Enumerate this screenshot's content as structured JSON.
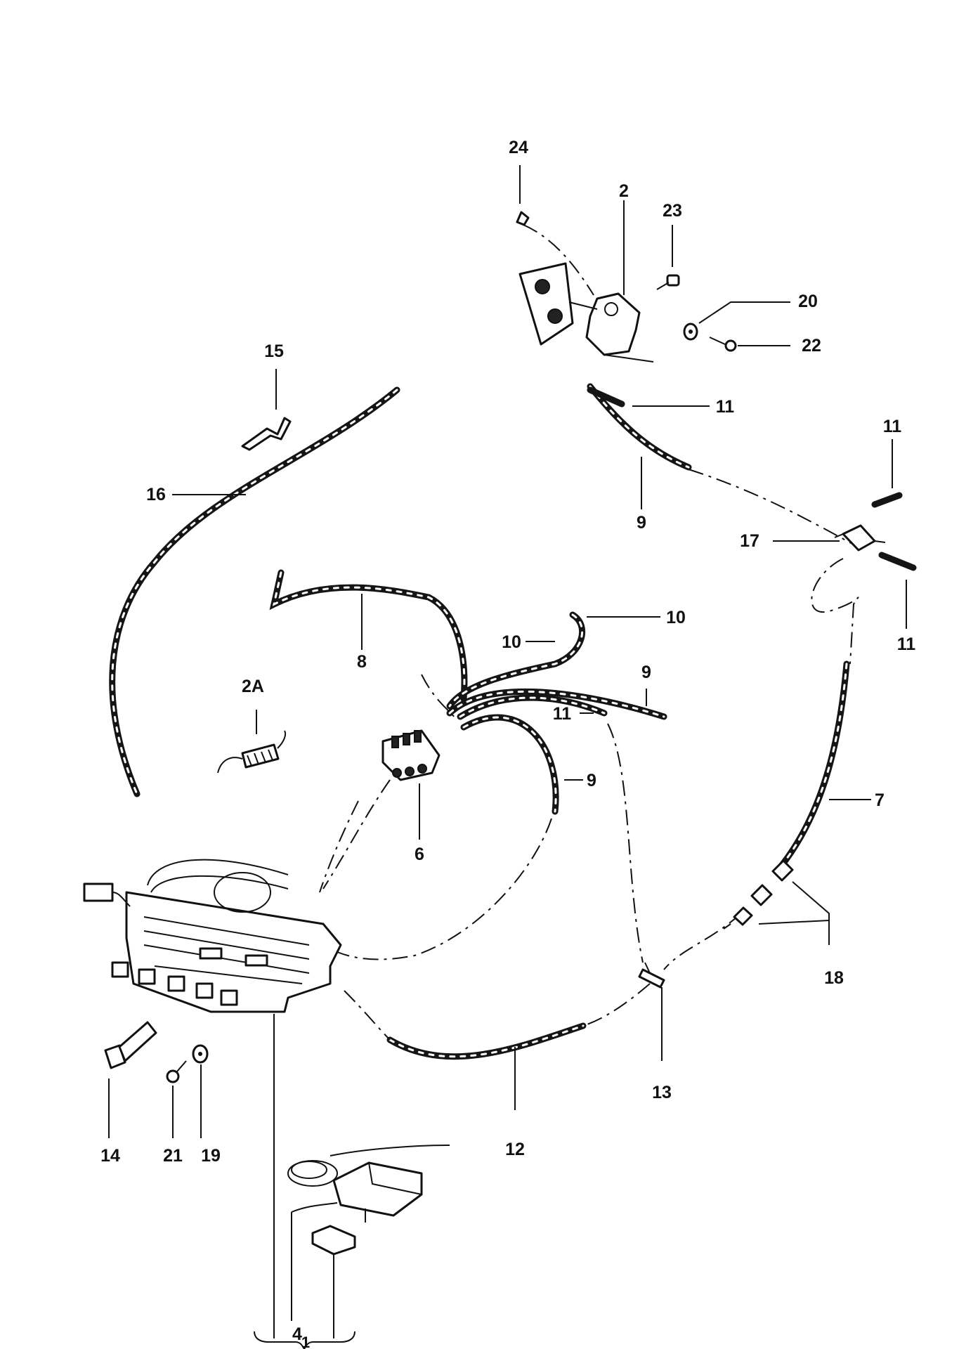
{
  "callouts": {
    "c24": "24",
    "c2": "2",
    "c23": "23",
    "c20": "20",
    "c22": "22",
    "c11a": "11",
    "c15": "15",
    "c16": "16",
    "c9a": "9",
    "c11b": "11",
    "c17": "17",
    "c11c": "11",
    "c8": "8",
    "c10a": "10",
    "c10b": "10",
    "c9b": "9",
    "c11d": "11",
    "c2A": "2A",
    "c9c": "9",
    "c6": "6",
    "c7": "7",
    "c18": "18",
    "c13": "13",
    "c12": "12",
    "c14": "14",
    "c21": "21",
    "c19": "19",
    "c4": "4",
    "c1": "1"
  }
}
